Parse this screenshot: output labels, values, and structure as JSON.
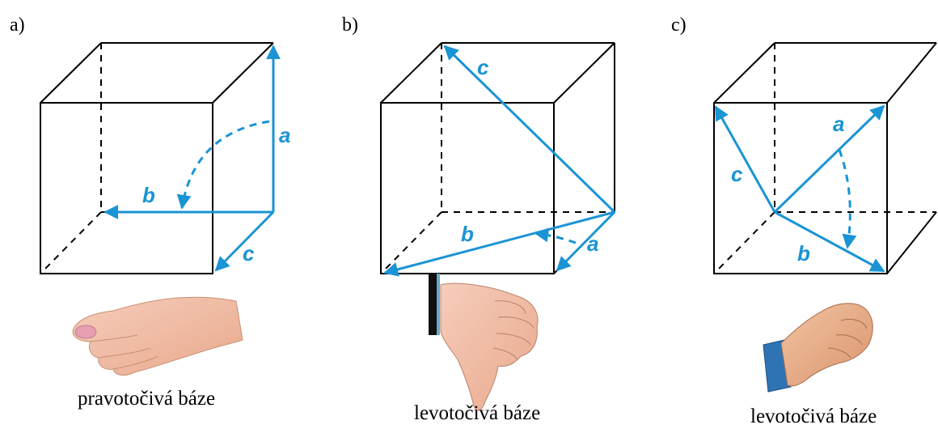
{
  "colors": {
    "vector": "#1a94d4",
    "edge": "#000000",
    "skin_light": "#f3c1ad",
    "skin_dark": "#e9a886",
    "sleeve_dark": "#111111",
    "sleeve_blue": "#2e74b5",
    "nail": "#e7a0b2"
  },
  "panels": [
    {
      "letter": "a)",
      "labels": {
        "a": "a",
        "b": "b",
        "c": "c"
      },
      "caption": "pravotočivá báze",
      "hand_icon": "pointing-hand-icon"
    },
    {
      "letter": "b)",
      "labels": {
        "a": "a",
        "b": "b",
        "c": "c"
      },
      "caption": "levotočivá báze",
      "hand_icon": "thumbs-down-hand-icon"
    },
    {
      "letter": "c)",
      "labels": {
        "a": "a",
        "b": "b",
        "c": "c"
      },
      "caption": "levotočivá báze",
      "hand_icon": "fist-hand-icon"
    }
  ]
}
